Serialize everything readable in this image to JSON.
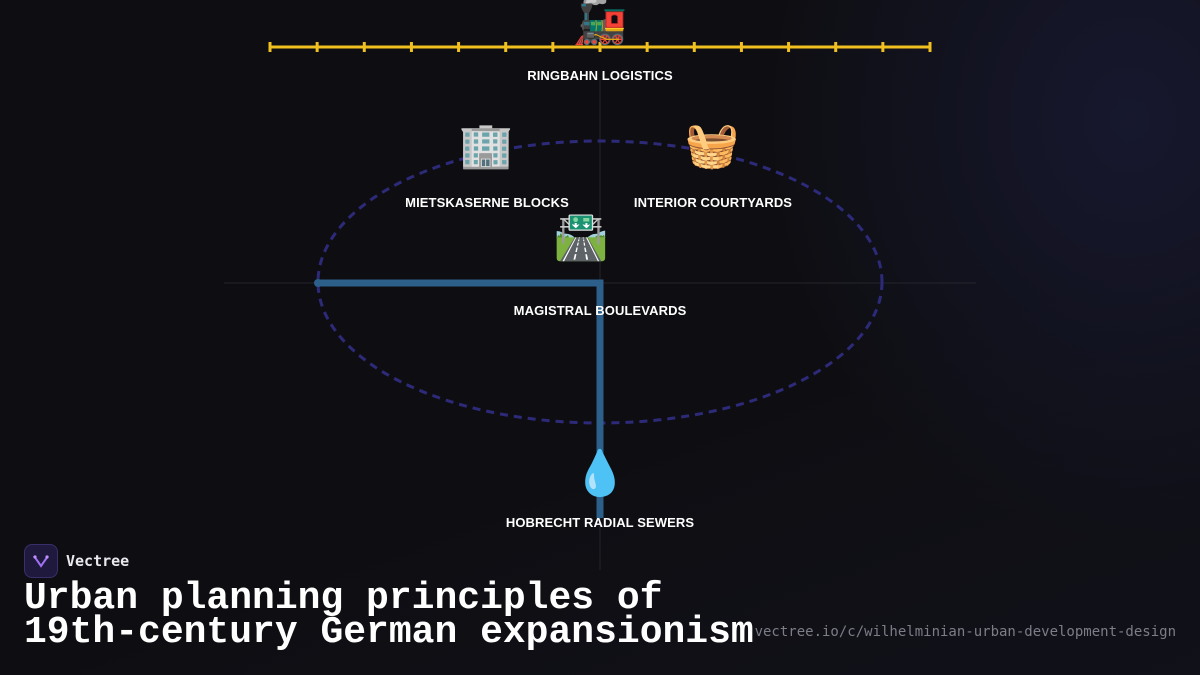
{
  "diagram": {
    "nodes": [
      {
        "id": "ringbahn",
        "label": "RINGBAHN LOGISTICS",
        "icon": "🚂",
        "icon_name": "steam-locomotive-icon"
      },
      {
        "id": "mietskaserne",
        "label": "MIETSKASERNE BLOCKS",
        "icon": "🏢",
        "icon_name": "office-building-icon"
      },
      {
        "id": "courtyards",
        "label": "INTERIOR COURTYARDS",
        "icon": "🧺",
        "icon_name": "basket-icon"
      },
      {
        "id": "boulevards",
        "label": "MAGISTRAL BOULEVARDS",
        "icon": "🛣️",
        "icon_name": "motorway-icon"
      },
      {
        "id": "sewers",
        "label": "HOBRECHT RADIAL SEWERS",
        "icon": "💧",
        "icon_name": "droplet-icon"
      }
    ],
    "colors": {
      "ring": "#2d2a7a",
      "rail": "#f0c020",
      "network": "#2c5f8a",
      "axis": "#2a2a32"
    }
  },
  "footer": {
    "brand": "Vectree",
    "title_line1": "Urban planning principles of",
    "title_line2": "19th-century German expansionism",
    "url": "vectree.io/c/wilhelminian-urban-development-design"
  }
}
